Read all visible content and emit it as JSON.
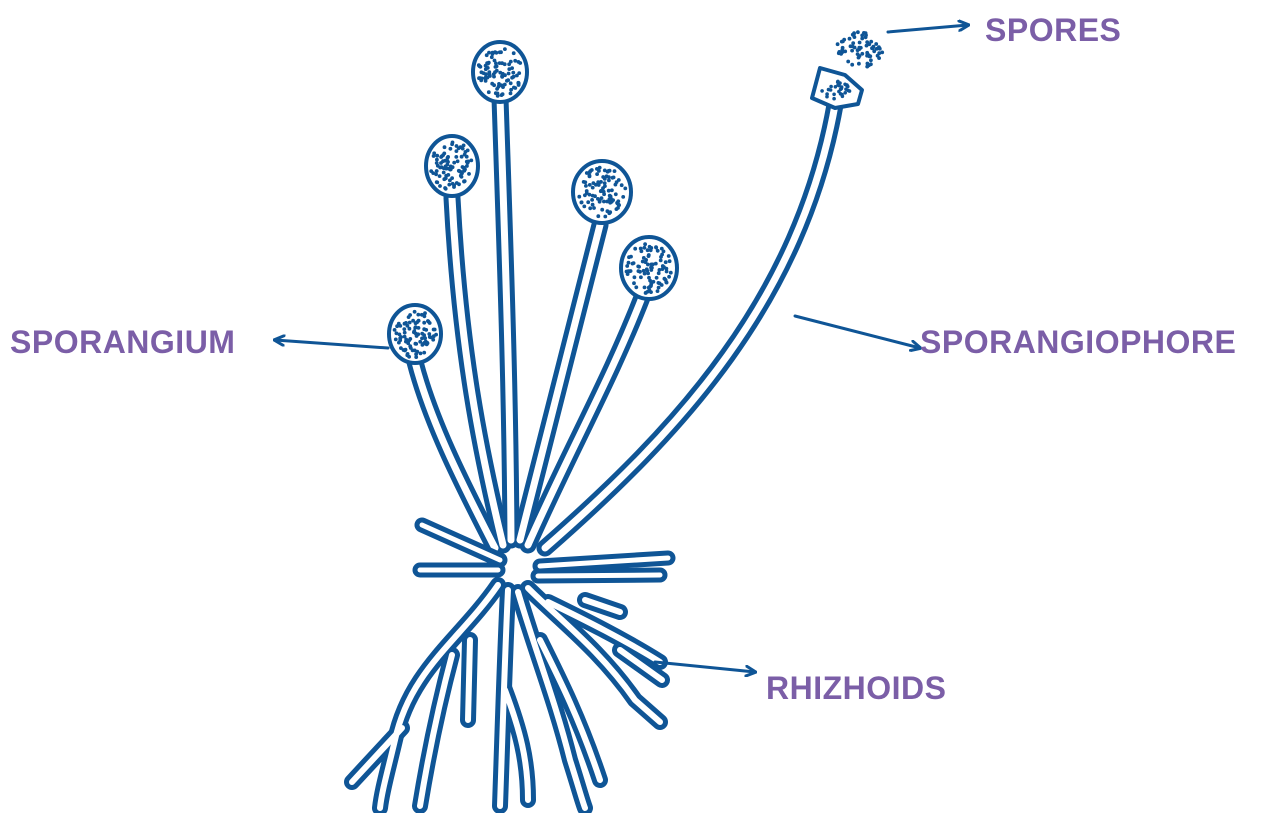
{
  "labels": {
    "spores": "SPORES",
    "sporangium": "SPORANGIUM",
    "sporangiophore": "SPORANGIOPHORE",
    "rhizoids": "RHIZHOIDS"
  },
  "colors": {
    "drawing": "#0f5596",
    "label": "#7b5ea7"
  }
}
